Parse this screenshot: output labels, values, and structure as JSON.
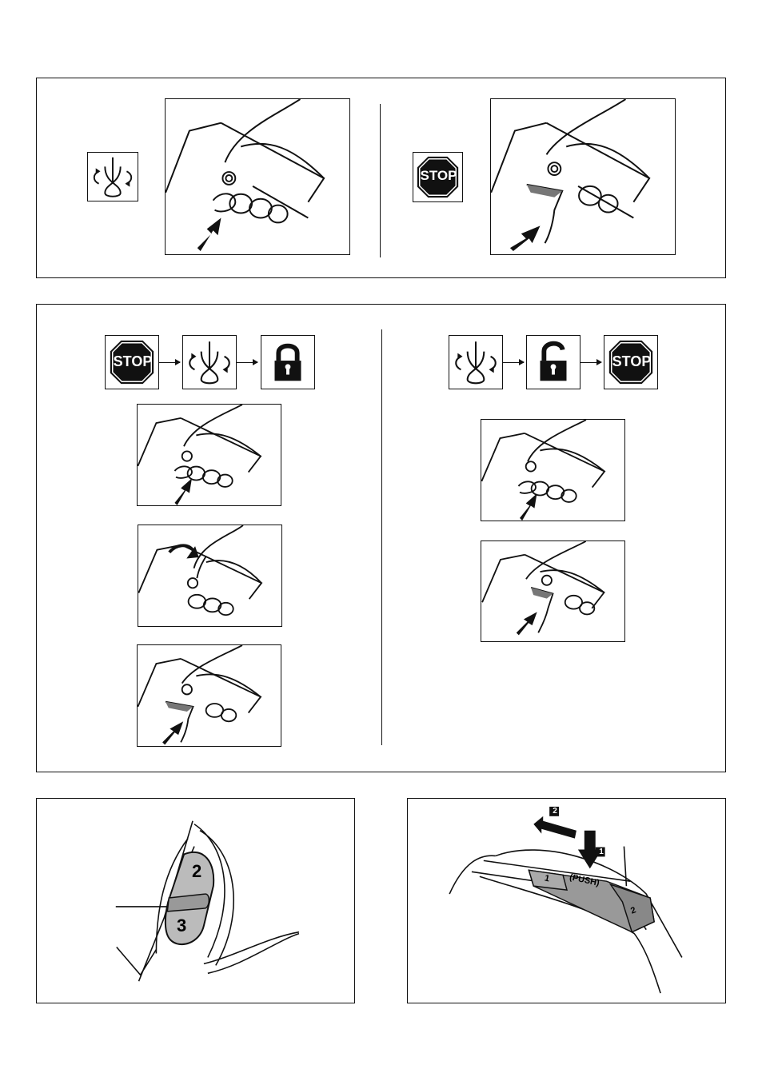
{
  "stop_sign": {
    "label": "STOP"
  },
  "accessory_figure": {
    "speed_labels": [
      "2",
      "3"
    ]
  },
  "battery_figure": {
    "step_markers": [
      "1",
      "2"
    ],
    "latch_label": "(PUSH)",
    "slot_labels": [
      "1",
      "2"
    ]
  }
}
